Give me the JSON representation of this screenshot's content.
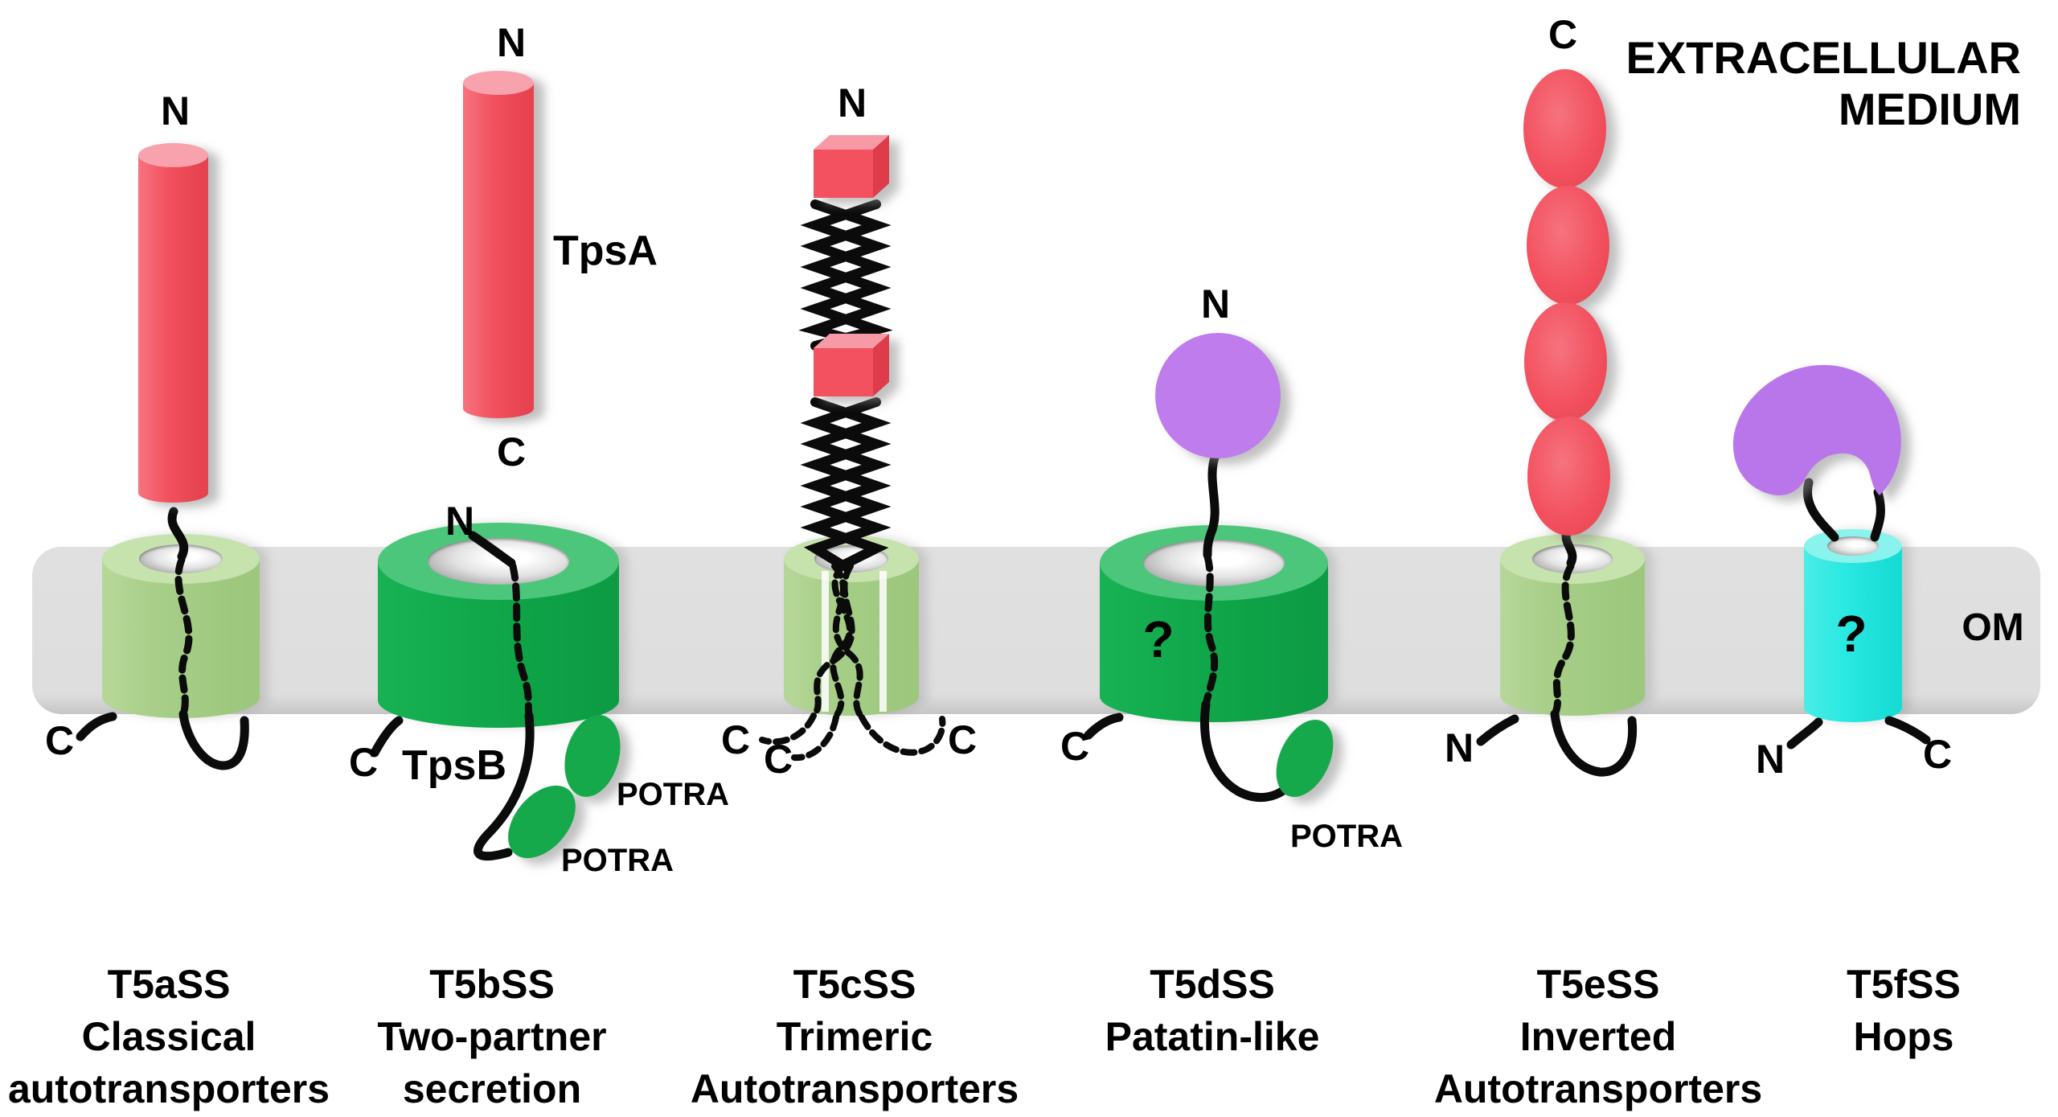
{
  "header": {
    "extracellular_line1": "EXTRACELLULAR",
    "extracellular_line2": "MEDIUM"
  },
  "membrane": {
    "om_label": "OM"
  },
  "systems": [
    {
      "code": "T5aSS",
      "caption": [
        "T5aSS",
        "Classical",
        "autotransporters"
      ],
      "n_label": "N",
      "c_label": "C"
    },
    {
      "code": "T5bSS",
      "caption": [
        "T5bSS",
        "Two-partner",
        "secretion"
      ],
      "tpsa_n_label": "N",
      "tpsa_c_label": "C",
      "tpsa_label": "TpsA",
      "barrel_n_label": "N",
      "c_label": "C",
      "tpsb_label": "TpsB",
      "potra_label_1": "POTRA",
      "potra_label_2": "POTRA"
    },
    {
      "code": "T5cSS",
      "caption": [
        "T5cSS",
        "Trimeric",
        "Autotransporters"
      ],
      "n_label": "N",
      "c_label_1": "C",
      "c_label_2": "C",
      "c_label_3": "C"
    },
    {
      "code": "T5dSS",
      "caption": [
        "T5dSS",
        "Patatin-like"
      ],
      "n_label": "N",
      "c_label": "C",
      "unknown_label": "?",
      "potra_label": "POTRA"
    },
    {
      "code": "T5eSS",
      "caption": [
        "T5eSS",
        "Inverted",
        "Autotransporters"
      ],
      "c_label": "C",
      "n_label": "N"
    },
    {
      "code": "T5fSS",
      "caption": [
        "T5fSS",
        "Hops"
      ],
      "n_label": "N",
      "c_label": "C",
      "unknown_label": "?"
    }
  ],
  "colors": {
    "membrane_gray": "#dedede",
    "passenger_red": "#f3515f",
    "passenger_red_cap": "#f8a2ae",
    "barrel_light_green": "#a9cf8a",
    "barrel_dark_green": "#10a84a",
    "potra_green": "#13a94c",
    "patatin_purple": "#be7cec",
    "hops_purple": "#b976ea",
    "hops_cyan": "#2be9e2",
    "line_black": "#0b0b0b"
  }
}
